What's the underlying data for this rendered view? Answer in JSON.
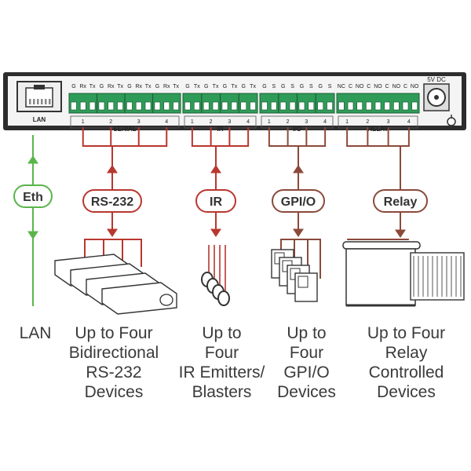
{
  "device": {
    "power_label": "5V DC",
    "lan_port_label": "LAN",
    "groups": [
      {
        "name": "SERIAL",
        "pins": [
          "G",
          "Rx",
          "Tx",
          "G",
          "Rx",
          "Tx",
          "G",
          "Rx",
          "Tx",
          "G",
          "Rx",
          "Tx"
        ],
        "ports": [
          "1",
          "2",
          "3",
          "4"
        ]
      },
      {
        "name": "IR",
        "pins": [
          "G",
          "Tx",
          "G",
          "Tx",
          "G",
          "Tx",
          "G",
          "Tx"
        ],
        "ports": [
          "1",
          "2",
          "3",
          "4"
        ]
      },
      {
        "name": "I/O",
        "pins": [
          "G",
          "S",
          "G",
          "S",
          "G",
          "S",
          "G",
          "S"
        ],
        "ports": [
          "1",
          "2",
          "3",
          "4"
        ]
      },
      {
        "name": "RELAY",
        "pins": [
          "NC",
          "C",
          "NO",
          "C",
          "NO",
          "C",
          "NO",
          "C",
          "NO"
        ],
        "ports": [
          "1",
          "2",
          "3",
          "4"
        ]
      }
    ]
  },
  "badges": {
    "eth": "Eth",
    "rs232": "RS-232",
    "ir": "IR",
    "gpio": "GPI/O",
    "relay": "Relay"
  },
  "captions": {
    "lan": [
      "LAN"
    ],
    "rs232": [
      "Up to Four",
      "Bidirectional",
      "RS-232",
      "Devices"
    ],
    "ir": [
      "Up to",
      "Four",
      "IR Emitters/",
      "Blasters"
    ],
    "gpio": [
      "Up to",
      "Four",
      "GPI/O",
      "Devices"
    ],
    "relay": [
      "Up to Four",
      "Relay",
      "Controlled",
      "Devices"
    ]
  },
  "colors": {
    "panel": "#2d2d2d",
    "terminal": "#2f9b58",
    "green_link": "#5ab54b",
    "red_link": "#b8372f",
    "brown_link": "#8b4a3a"
  }
}
